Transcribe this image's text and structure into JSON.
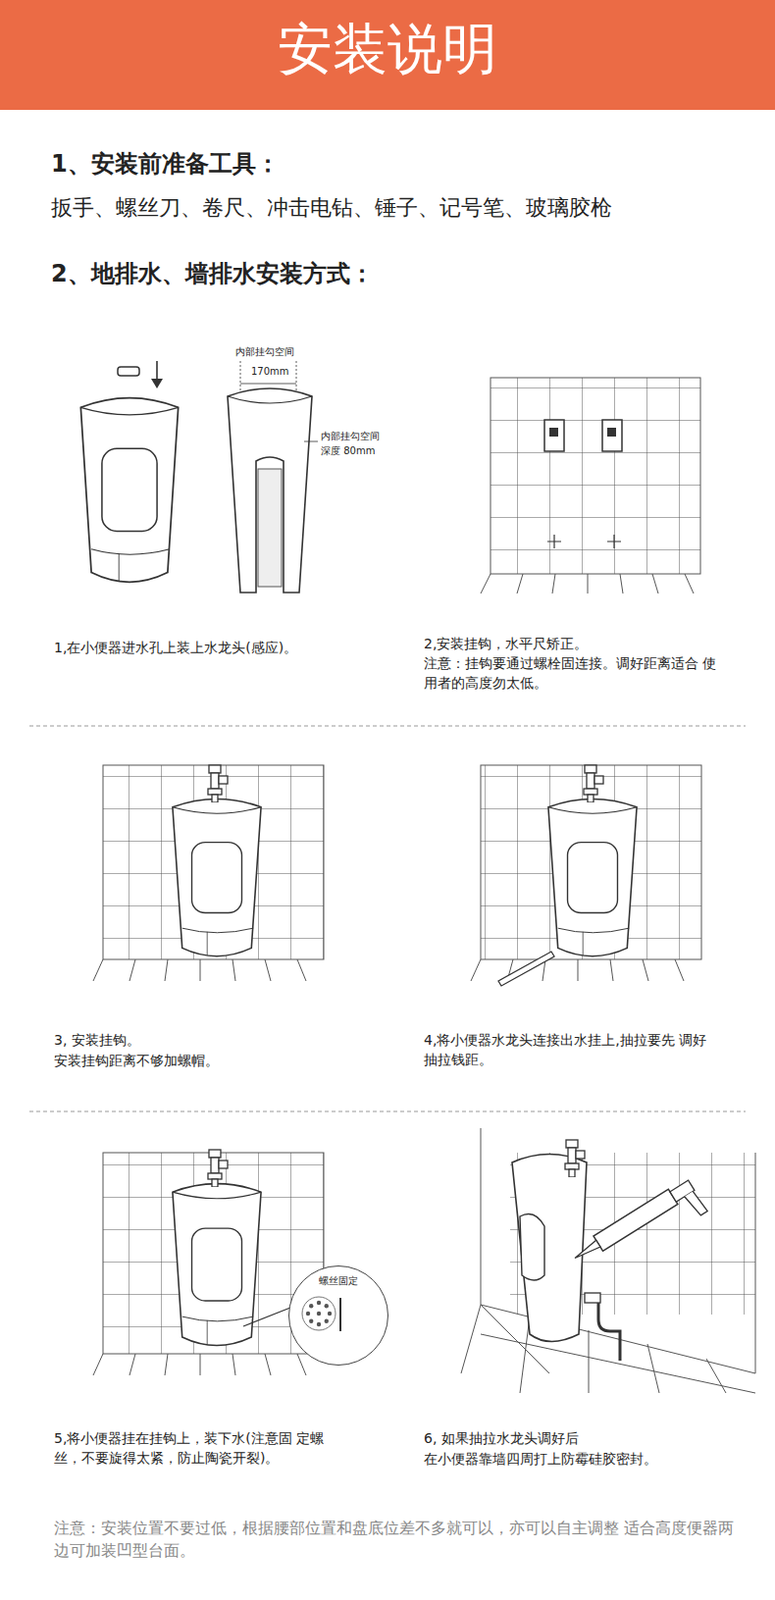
{
  "diagram": {
    "title": "安装说明",
    "nodes": [
      {
        "text": [
          "螺丝固定"
        ]
      }
    ],
    "labels": [
      "1、安装前准备工具：",
      "扳手、螺丝刀、卷尺、冲击电钻、锤子、记号笔、玻璃胶枪",
      "2、地排水、墙排水安装方式：",
      "内部挂勾空间",
      "170mm",
      "内部挂勾空间 深度 80mm",
      "1,在小便器进水孔上装上水龙头(感应)。",
      "2,安装挂钩，水平尺矫正。",
      "注意：挂钩要通过螺栓固连接。调好距离适合 使用者的高度勿太低。",
      "3, 安装挂钩。",
      "安装挂钩距离不够加螺帽。",
      "4,将小便器水龙头连接出水挂上,抽拉要先 调好抽拉钱距。",
      "5,将小便器挂在挂钩上，装下水(注意固 定螺丝，不要旋得太紧，防止陶瓷开裂)。",
      "6, 如果抽拉水龙头调好后",
      "在小便器靠墙四周打上防霉硅胶密封。",
      "注意：安装位置不要过低，根据腰部位置和盘底位差不多就可以，亦可以自主调整 适合高度便器两边可加装凹型台面。"
    ]
  }
}
